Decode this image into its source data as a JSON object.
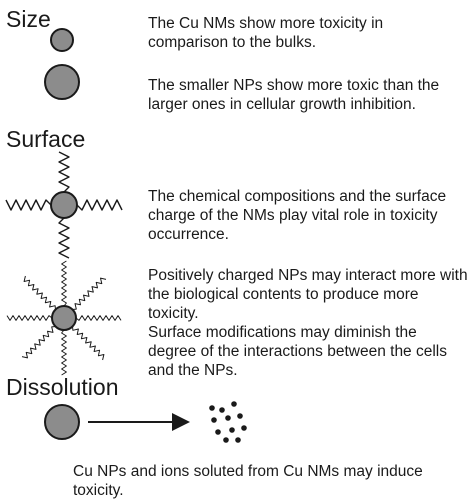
{
  "sections": {
    "size": {
      "heading": "Size",
      "text_1": "The Cu NMs show more toxicity in comparison to the bulks.",
      "text_2": "The smaller NPs show more toxic than the larger ones in cellular growth inhibition."
    },
    "surface": {
      "heading": "Surface",
      "text_1": "The chemical compositions and the surface charge of the NMs play vital role in toxicity occurrence.",
      "text_2": "Positively charged NPs may interact more with the biological contents to produce more toxicity.",
      "text_3": "Surface modifications may diminish the degree of the interactions between the cells and the NPs."
    },
    "dissolution": {
      "heading": "Dissolution",
      "caption": "Cu NPs and ions soluted from Cu NMs may induce toxicity."
    }
  },
  "colors": {
    "particle_fill": "#8c8c8c",
    "outline": "#1a1a1a"
  }
}
